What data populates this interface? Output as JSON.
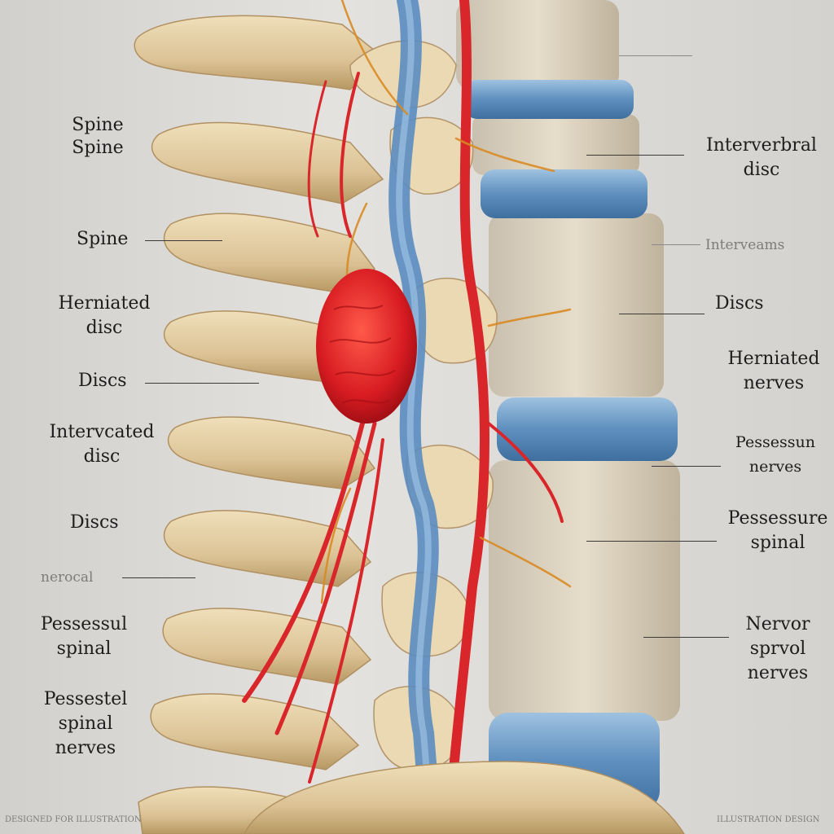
{
  "labels_left": {
    "spine_1": "Spine\nSpine",
    "spine_2": "Spine",
    "herniated_disc": "Herniated\ndisc",
    "discs_1": "Discs",
    "intervcated_disc": "Intervcated\ndisc",
    "discs_2": "Discs",
    "nerocal": "nerocal",
    "pessessul_spinal": "Pessessul\nspinal",
    "pessestel_spinal_nerves": "Pessestel\nspinal\nnerves"
  },
  "labels_right": {
    "interverbral_disc": "Interverbral\ndisc",
    "interveams": "Interveams",
    "discs": "Discs",
    "herniated_nerves": "Herniated\nnerves",
    "pessessun_nerves": "Pessessun\nnerves",
    "pessessure_spinal": "Pessessure\nspinal",
    "nervor_sprvol_nerves": "Nervor\nsprvol\nnerves"
  },
  "footer": {
    "left_watermark": "DESIGNED FOR ILLUSTRATION",
    "right_watermark": "ILLUSTRATION DESIGN"
  },
  "colors": {
    "background": "#dcdad6",
    "bone": "#e2cfa6",
    "bone_shadow": "#b89a68",
    "disc_blue": "#6f9cc4",
    "nerve_red": "#d8262a",
    "nerve_blue": "#5f8fc0",
    "nerve_orange": "#d98a22"
  }
}
